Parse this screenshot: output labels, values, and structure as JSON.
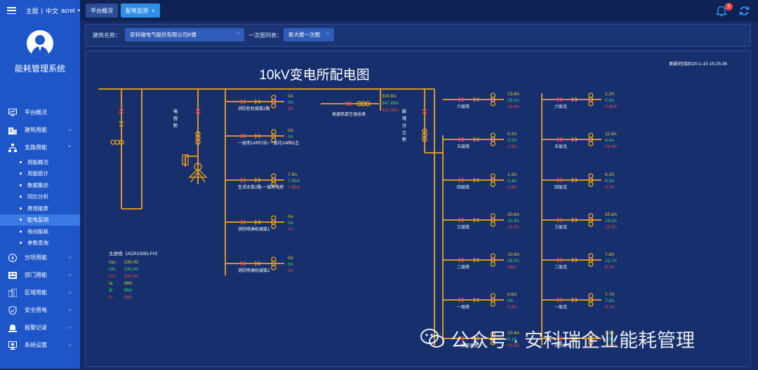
{
  "sidebar": {
    "theme_label": "主题",
    "language_label": "中文",
    "user": "acrel",
    "system_title": "能耗管理系统",
    "menu": [
      {
        "label": "平台概况",
        "icon": "monitor-icon"
      },
      {
        "label": "建筑用能",
        "icon": "building-icon"
      },
      {
        "label": "支路用能",
        "icon": "branch-icon"
      }
    ],
    "submenu": [
      "用能概况",
      "用能统计",
      "数据集抄",
      "同比分析",
      "费用报表",
      "配电监测",
      "夜间能耗",
      "参数查询"
    ],
    "menu2": [
      {
        "label": "分项用能",
        "icon": "subentry-icon"
      },
      {
        "label": "部门用能",
        "icon": "department-icon"
      },
      {
        "label": "区域用能",
        "icon": "region-icon"
      },
      {
        "label": "安全用电",
        "icon": "shield-icon"
      },
      {
        "label": "报警记录",
        "icon": "alarm-icon"
      },
      {
        "label": "系统设置",
        "icon": "settings-icon"
      }
    ]
  },
  "tabs": {
    "tab1": "平台概况",
    "tab2": "配电监测",
    "close": "×"
  },
  "notifications": {
    "count": "0"
  },
  "filters": {
    "building_label": "建筑名称：",
    "building_value": "安科瑞电气股份有限公司E楼",
    "diagram_label": "一次图列表：",
    "diagram_value": "新大楼一次图"
  },
  "diagram": {
    "title": "10kV变电所配电图",
    "refresh_label": "刷新时间：",
    "refresh_time": "2020-1-15 15:25:36",
    "capacitor_cabinet": [
      "电",
      "容",
      "柜"
    ],
    "new_independent_cabinet": [
      "新",
      "增",
      "分",
      "立",
      "柜"
    ],
    "left_feeders": [
      {
        "name": "消防栓机械泵2路",
        "a": "0A",
        "b": "0A",
        "c": "0A"
      },
      {
        "name": "一层南1APE2右-一层北1APE1左",
        "a": "0A",
        "b": "0A",
        "c": "0A"
      },
      {
        "name": "生活水泵2路-一层防电房",
        "a": "7.9A",
        "b": "7.65A",
        "c": "7.85A"
      },
      {
        "name": "消防喷淋机械泵1",
        "a": "0A",
        "b": "0A",
        "c": "0A"
      },
      {
        "name": "消防喷淋机械泵2",
        "a": "0A",
        "b": "0A",
        "c": "0A"
      }
    ],
    "hvac": {
      "name": "地源热泵空调总表",
      "a": "324.8A",
      "b": "347.68A",
      "c": "331.38A"
    },
    "south_feeders": [
      {
        "name": "六层南",
        "a": "13.8A",
        "b": "19.1A",
        "c": "18.4A"
      },
      {
        "name": "五层南",
        "a": "0.2A",
        "b": "0.2A",
        "c": "1.5A"
      },
      {
        "name": "四层南",
        "a": "1.3A",
        "b": "0.4A",
        "c": "1.8A"
      },
      {
        "name": "三层南",
        "a": "20.6A",
        "b": "10.4A",
        "c": "10.8A"
      },
      {
        "name": "二层南",
        "a": "10.9A",
        "b": "18.3A",
        "c": "18A"
      },
      {
        "name": "一层南",
        "a": "0.6A",
        "b": "0A",
        "c": "0.4A"
      },
      {
        "name": "一层研发室",
        "a": "10.4A",
        "b": "5.1A",
        "c": "10.5A"
      }
    ],
    "north_feeders": [
      {
        "name": "六层北",
        "a": "1.2A",
        "b": "0.9A",
        "c": "0.80A"
      },
      {
        "name": "五层北",
        "a": "11.5A",
        "b": "8.4A",
        "c": "13.4A"
      },
      {
        "name": "四层北",
        "a": "6.2A",
        "b": "8.5A",
        "c": "3.7A"
      },
      {
        "name": "三层北",
        "a": "25.6A",
        "b": "13.5A",
        "c": "13.5A"
      },
      {
        "name": "二层北",
        "a": "7.8A",
        "b": "12.7A",
        "c": "9.7A"
      },
      {
        "name": "一层北",
        "a": "7.7A",
        "b": "7.6A",
        "c": "4.7A"
      },
      {
        "name": "光伏发电",
        "a": "0.0A",
        "b": "0.0A",
        "c": "0.00A"
      }
    ],
    "incoming": {
      "title": "主进线（ACR230ELFH）",
      "rows": [
        {
          "k": "Ua：",
          "v": "235.00",
          "color": "#e6d21f"
        },
        {
          "k": "Ub：",
          "v": "235.00",
          "color": "#4ed36a"
        },
        {
          "k": "Uc：",
          "v": "235.00",
          "color": "#e84848"
        },
        {
          "k": "Ia",
          "v": "88A",
          "color": "#e6d21f"
        },
        {
          "k": "Ib",
          "v": "86A",
          "color": "#4ed36a"
        },
        {
          "k": "Ic",
          "v": "89A",
          "color": "#e84848"
        }
      ]
    }
  },
  "watermark": "公众号 · 安科瑞企业能耗管理",
  "colors": {
    "bus": "#f0a21a",
    "breaker": "#e84848",
    "phase_a": "#e6d21f",
    "phase_b": "#4ed36a",
    "phase_c": "#e84848"
  }
}
